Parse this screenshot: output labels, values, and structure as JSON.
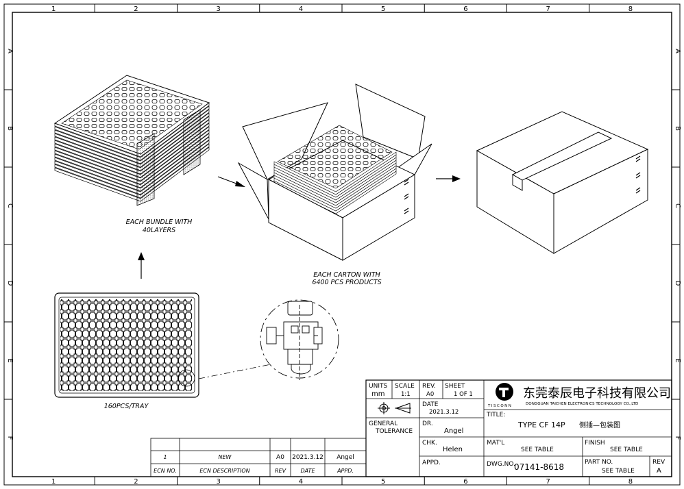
{
  "grid": {
    "columns": [
      "1",
      "2",
      "3",
      "4",
      "5",
      "6",
      "7",
      "8"
    ],
    "rows": [
      "A",
      "B",
      "C",
      "D",
      "E",
      "F"
    ]
  },
  "captions": {
    "bundle_line1": "EACH BUNDLE WITH",
    "bundle_line2": "40LAYERS",
    "carton_line1": "EACH CARTON WITH",
    "carton_line2": "6400 PCS PRODUCTS",
    "tray": "160PCS/TRAY"
  },
  "title_block": {
    "units_label": "UNITS",
    "units_value": "mm",
    "scale_label": "SCALE",
    "scale_value": "1:1",
    "rev_label": "REV.",
    "rev_value": "A0",
    "sheet_label": "SHEET",
    "sheet_value": "1 OF 1",
    "date_label": "DATE",
    "date_value": "2021.3.12",
    "general_label": "GENERAL",
    "tolerance_label": "TOLERANCE",
    "dr_label": "DR.",
    "dr_value": "Angel",
    "chk_label": "CHK.",
    "chk_value": "Helen",
    "appd_label": "APPD.",
    "company_cn": "东莞泰辰电子科技有限公司",
    "company_en": "DONGGUAN TAICHEN ELECTRONICS TECHNOLOGY CO.,LTD",
    "brand": "TISCONN",
    "title_label": "TITLE:",
    "title_value": "TYPE CF 14P",
    "title_cn": "侧插—包装图",
    "matl_label": "MAT'L",
    "matl_value": "SEE TABLE",
    "finish_label": "FINISH",
    "finish_value": "SEE TABLE",
    "dwg_label": "DWG.NO.",
    "dwg_value": "07141-8618",
    "part_label": "PART NO.",
    "part_value": "SEE TABLE",
    "rev2_label": "REV",
    "rev2_value": "A"
  },
  "ecn": {
    "row": {
      "no": "1",
      "desc": "NEW",
      "rev": "A0",
      "date": "2021.3.12",
      "appd": "Angel"
    },
    "headers": {
      "no": "ECN NO.",
      "desc": "ECN DESCRIPTION",
      "rev": "REV",
      "date": "DATE",
      "appd": "APPD."
    }
  }
}
